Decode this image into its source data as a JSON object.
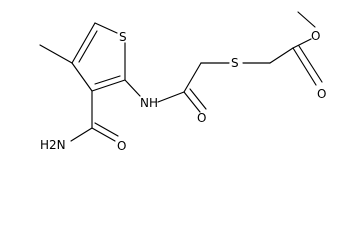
{
  "molecule": {
    "atom_labels": {
      "thiophene_sulfur": "S",
      "thioether_sulfur": "S",
      "amide_nitrogen": "NH",
      "amide_oxygen": "O",
      "carboxamide_group": "H2N",
      "carboxamide_oxygen": "O",
      "ester_ether_oxygen": "O",
      "ester_carbonyl_oxygen": "O"
    }
  }
}
